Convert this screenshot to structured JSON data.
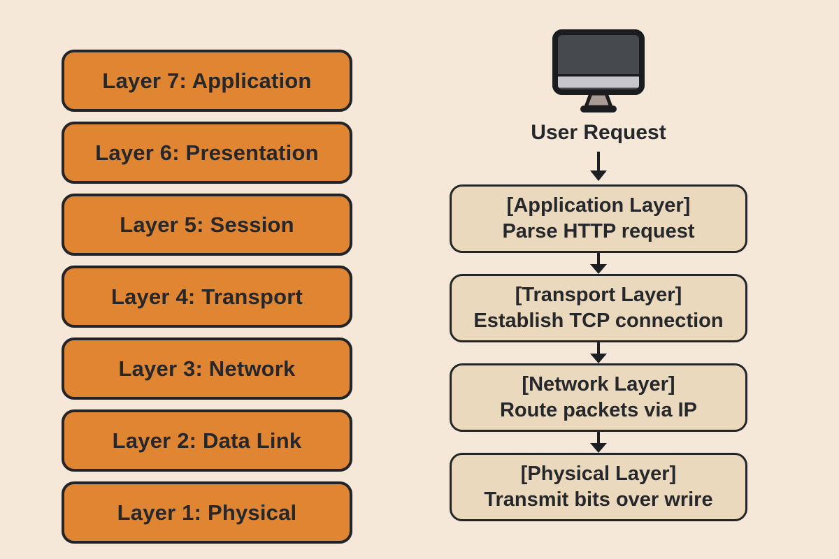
{
  "colors": {
    "background": "#f5e8d9",
    "osi_box_fill": "#e08531",
    "flow_box_fill": "#ebd9be",
    "outline": "#232428",
    "text": "#26272b",
    "monitor_screen": "#46494d",
    "monitor_strip": "#c7c6ca",
    "monitor_stand": "#a89c94"
  },
  "osi_stack": {
    "items": [
      {
        "label": "Layer 7: Application"
      },
      {
        "label": "Layer 6: Presentation"
      },
      {
        "label": "Layer 5: Session"
      },
      {
        "label": "Layer 4: Transport"
      },
      {
        "label": "Layer 3: Network"
      },
      {
        "label": "Layer 2: Data Link"
      },
      {
        "label": "Layer 1: Physical"
      }
    ]
  },
  "flow": {
    "source_icon": "computer-monitor-icon",
    "source_label": "User Request",
    "steps": [
      {
        "title": "[Application Layer]",
        "subtitle": "Parse HTTP request"
      },
      {
        "title": "[Transport Layer]",
        "subtitle": "Establish TCP connection"
      },
      {
        "title": "[Network Layer]",
        "subtitle": "Route packets via IP"
      },
      {
        "title": "[Physical Layer]",
        "subtitle": "Transmit bits over wrire"
      }
    ]
  }
}
